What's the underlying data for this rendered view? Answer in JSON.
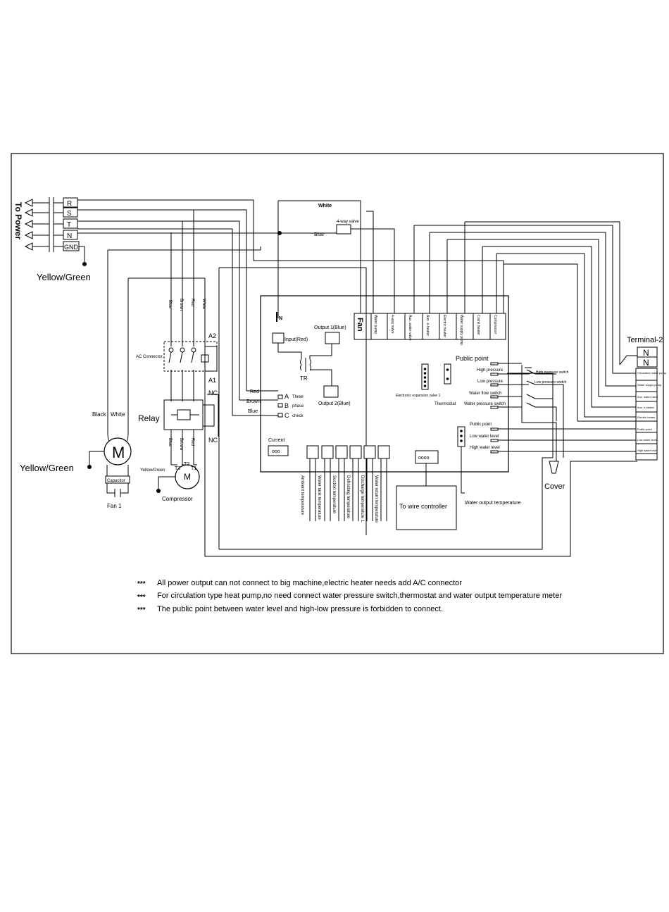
{
  "power": {
    "title": "To Power",
    "terminals": [
      "R",
      "S",
      "T",
      "N",
      "GND"
    ],
    "ground_label": "Yellow/Green"
  },
  "wire_labels": {
    "white_top": "White",
    "blue_top": "Blue",
    "four_way_valve": "4-way valve",
    "vertical": [
      "Blue",
      "Brown",
      "Red",
      "White"
    ],
    "vertical_relay": [
      "Blue",
      "Brown",
      "Red"
    ],
    "phase_wires": [
      "Red",
      "Brown",
      "Blue"
    ]
  },
  "contactor": {
    "label": "AC Connector",
    "a2": "A2",
    "a1": "A1"
  },
  "relay": {
    "label": "Relay",
    "nc_top": "NC",
    "nc_bottom": "NC"
  },
  "fan": {
    "motor_letter": "M",
    "wire_black": "Black",
    "wire_white": "White",
    "ground_label": "Yellow/Green",
    "capacitor_label": "Capacitor",
    "name": "Fan 1"
  },
  "compressor": {
    "motor_letter": "M",
    "t1": "T1",
    "t2": "T2",
    "t3": "T3",
    "ground_label": "Yellow/Green",
    "name": "Compressor"
  },
  "board": {
    "n_label": "N",
    "input_label": "Input(Red)",
    "output1_label": "Output 1(Blue)",
    "output2_label": "Output 2(Blue)",
    "tr_label": "TR",
    "phase_letters": [
      "A",
      "B",
      "C"
    ],
    "phase_words": [
      "Three",
      "phase",
      "check"
    ],
    "current_label": "Current",
    "fan_block": "Fan",
    "outputs": [
      "Water pump",
      "4-way valve",
      "Aux. water valve",
      "Aux. e-heater",
      "Electric heater",
      "Water supply pump",
      "Crank heater",
      "Compressor"
    ],
    "eev_label": "Electronic expansion valve 1",
    "thermostat_label": "Thermostat",
    "public_point_1": "Public point",
    "switch_labels": [
      "High pressure",
      "Low pressure",
      "Water flow switch",
      "Water pressure switch"
    ],
    "public_point_2": "Public point",
    "level_labels": [
      "Low water level",
      "High water level"
    ],
    "high_pressure_switch": "High pressure switch",
    "low_pressure_switch": "Low pressure switch",
    "sensors": [
      "Ambient temperature",
      "Water tank temperature",
      "Suction temperature",
      "Defrosting temperature",
      "Discharge temperature 1",
      "Water return temperature"
    ],
    "water_output_temp": "Water output temperature",
    "wire_controller": "To wire controller",
    "cover": "Cover"
  },
  "terminal2": {
    "title": "Terminal-2",
    "top": [
      "N",
      "N"
    ],
    "rows": [
      "Circulation water pump",
      "Water supply pump",
      "Aux. water valve",
      "Aux. e-heater",
      "Electric heater",
      "Public point",
      "Low water level",
      "High water level"
    ]
  },
  "notes": [
    "All power output can not connect to big machine,electric heater needs add A/C connector",
    "For circulation type heat pump,no need connect water pressure switch,thermostat and water output temperature meter",
    "The public point between water level and high-low pressure is forbidden to connect."
  ],
  "note_prefix": "***"
}
